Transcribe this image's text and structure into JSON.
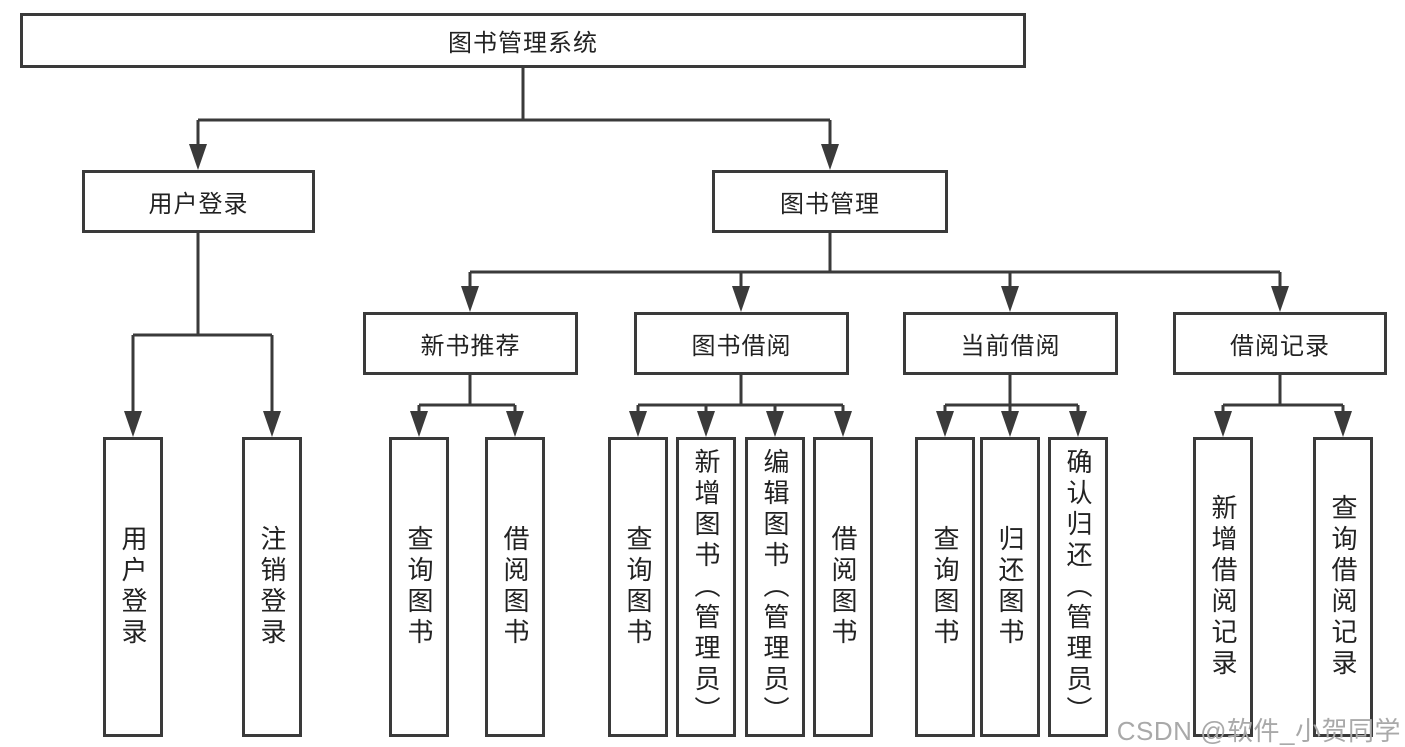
{
  "diagram": {
    "root": {
      "label": "图书管理系统"
    },
    "user_login": {
      "label": "用户登录",
      "children": [
        {
          "label": "用户登录"
        },
        {
          "label": "注销登录"
        }
      ]
    },
    "book_management": {
      "label": "图书管理",
      "sections": [
        {
          "label": "新书推荐",
          "children": [
            {
              "label": "查询图书"
            },
            {
              "label": "借阅图书"
            }
          ]
        },
        {
          "label": "图书借阅",
          "children": [
            {
              "label": "查询图书"
            },
            {
              "label": "新增图书（管理员）"
            },
            {
              "label": "编辑图书（管理员）"
            },
            {
              "label": "借阅图书"
            }
          ]
        },
        {
          "label": "当前借阅",
          "children": [
            {
              "label": "查询图书"
            },
            {
              "label": "归还图书"
            },
            {
              "label": "确认归还（管理员）"
            }
          ]
        },
        {
          "label": "借阅记录",
          "children": [
            {
              "label": "新增借阅记录"
            },
            {
              "label": "查询借阅记录"
            }
          ]
        }
      ]
    }
  },
  "watermark": {
    "text": "CSDN @软件_小贺同学"
  },
  "colors": {
    "line": "#3a3a3a",
    "text": "#222222",
    "watermark": "#a9a9a9",
    "background": "#ffffff"
  }
}
